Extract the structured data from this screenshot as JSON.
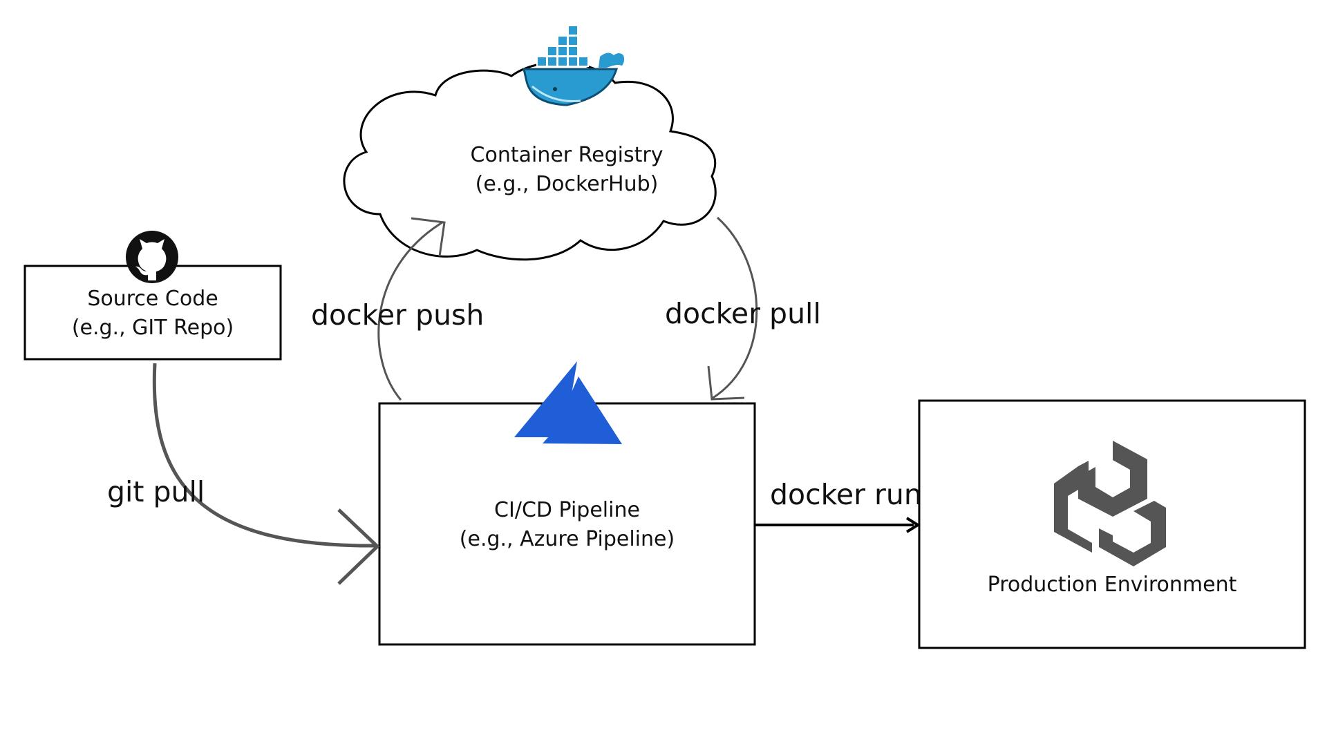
{
  "nodes": {
    "source_code": {
      "line1": "Source Code",
      "line2": "(e.g., GIT Repo)",
      "icon": "github-icon"
    },
    "container_registry": {
      "line1": "Container Registry",
      "line2": "(e.g., DockerHub)",
      "icon": "docker-icon"
    },
    "cicd_pipeline": {
      "line1": "CI/CD Pipeline",
      "line2": "(e.g., Azure Pipeline)",
      "icon": "azure-icon"
    },
    "production": {
      "line1": "Production Environment",
      "icon": "containers-icon"
    }
  },
  "edges": {
    "git_pull": "git pull",
    "docker_push": "docker push",
    "docker_pull": "docker pull",
    "docker_run": "docker run"
  },
  "colors": {
    "azure_blue": "#1f5ed6",
    "docker_blue": "#2a9bd1",
    "arrow_gray": "#555555",
    "box_border": "#000000",
    "icon_gray": "#555555"
  }
}
